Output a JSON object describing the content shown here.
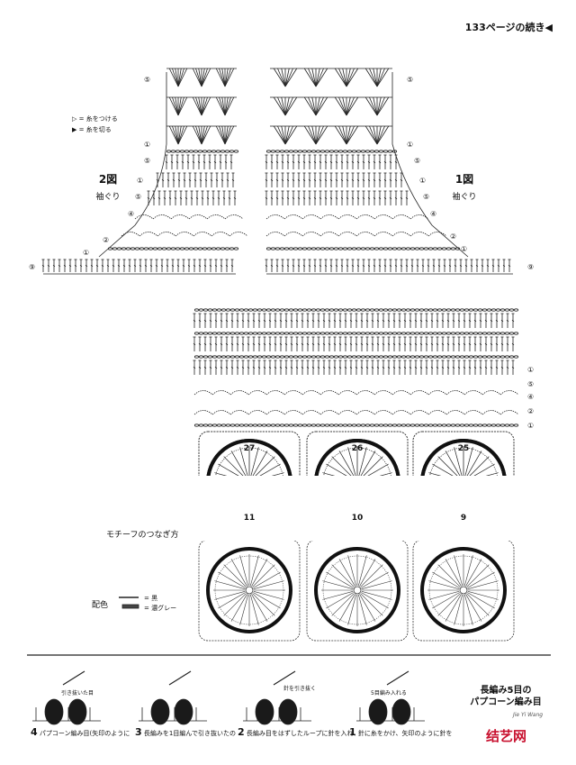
{
  "header": {
    "page_continuation": "133ページの続き◀"
  },
  "figures": {
    "fig2": {
      "title": "2図",
      "subtitle": "袖ぐり"
    },
    "fig1": {
      "title": "1図",
      "subtitle": "袖ぐり"
    }
  },
  "legend": {
    "attach": "▷ = 糸をつける",
    "cut": "▶ = 糸を切る"
  },
  "left_row_markers": [
    "⑤",
    "①",
    "⑤",
    "①",
    "⑤",
    "④",
    "②",
    "①",
    "⑨"
  ],
  "right_row_markers": [
    "⑤",
    "①",
    "⑤",
    "①",
    "⑤",
    "④",
    "②",
    "①",
    "⑨"
  ],
  "body_row_markers": [
    "①",
    "⑤",
    "④",
    "②",
    "①"
  ],
  "motifs": {
    "label": "モチーフのつなぎ方",
    "top_row": [
      "27",
      "26",
      "25"
    ],
    "bottom_row": [
      "11",
      "10",
      "9"
    ]
  },
  "color_scheme": {
    "label": "配色",
    "items": [
      "= 黒",
      "= 濃グレー"
    ]
  },
  "popcorn": {
    "title_line1": "長編み5目の",
    "title_line2": "パプコーン編み目"
  },
  "steps": [
    {
      "num": "4",
      "text": "パプコーン編み目(矢印のように",
      "label": "引き抜いた目"
    },
    {
      "num": "3",
      "text": "長編みを1目編んで引き抜いたの",
      "label": ""
    },
    {
      "num": "2",
      "text": "長編み目をはずしたループに針を入れ、",
      "label": "針を引き抜く"
    },
    {
      "num": "1",
      "text": "針に糸をかけ、矢印のように針を",
      "label": "5目編み入れる"
    }
  ],
  "watermark": {
    "main": "结艺网",
    "sub": "Jie Yi Wang"
  }
}
